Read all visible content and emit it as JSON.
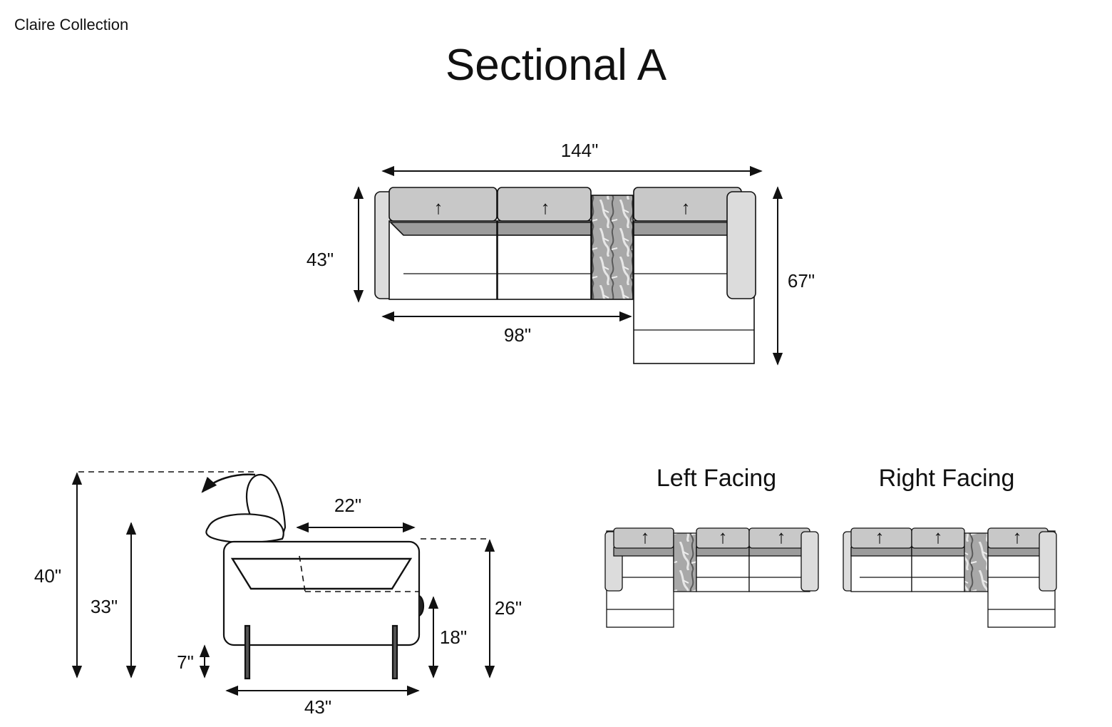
{
  "brand": "Claire Collection",
  "title": "Sectional A",
  "top_view": {
    "width_total": "144\"",
    "depth": "43\"",
    "width_sofa": "98\"",
    "depth_chaise": "67\"",
    "arrow_glyph": "↑"
  },
  "side_view": {
    "height_headrest_up": "40\"",
    "height_back": "33\"",
    "seat_depth": "22\"",
    "arm_height": "26\"",
    "seat_height": "18\"",
    "leg_height": "7\"",
    "overall_depth": "43\""
  },
  "variants": {
    "left_label": "Left Facing",
    "right_label": "Right Facing"
  },
  "colors": {
    "cushion": "#c8c8c8",
    "arm": "#dcdcdc",
    "marble": "#9a9a9a",
    "line": "#111111"
  }
}
